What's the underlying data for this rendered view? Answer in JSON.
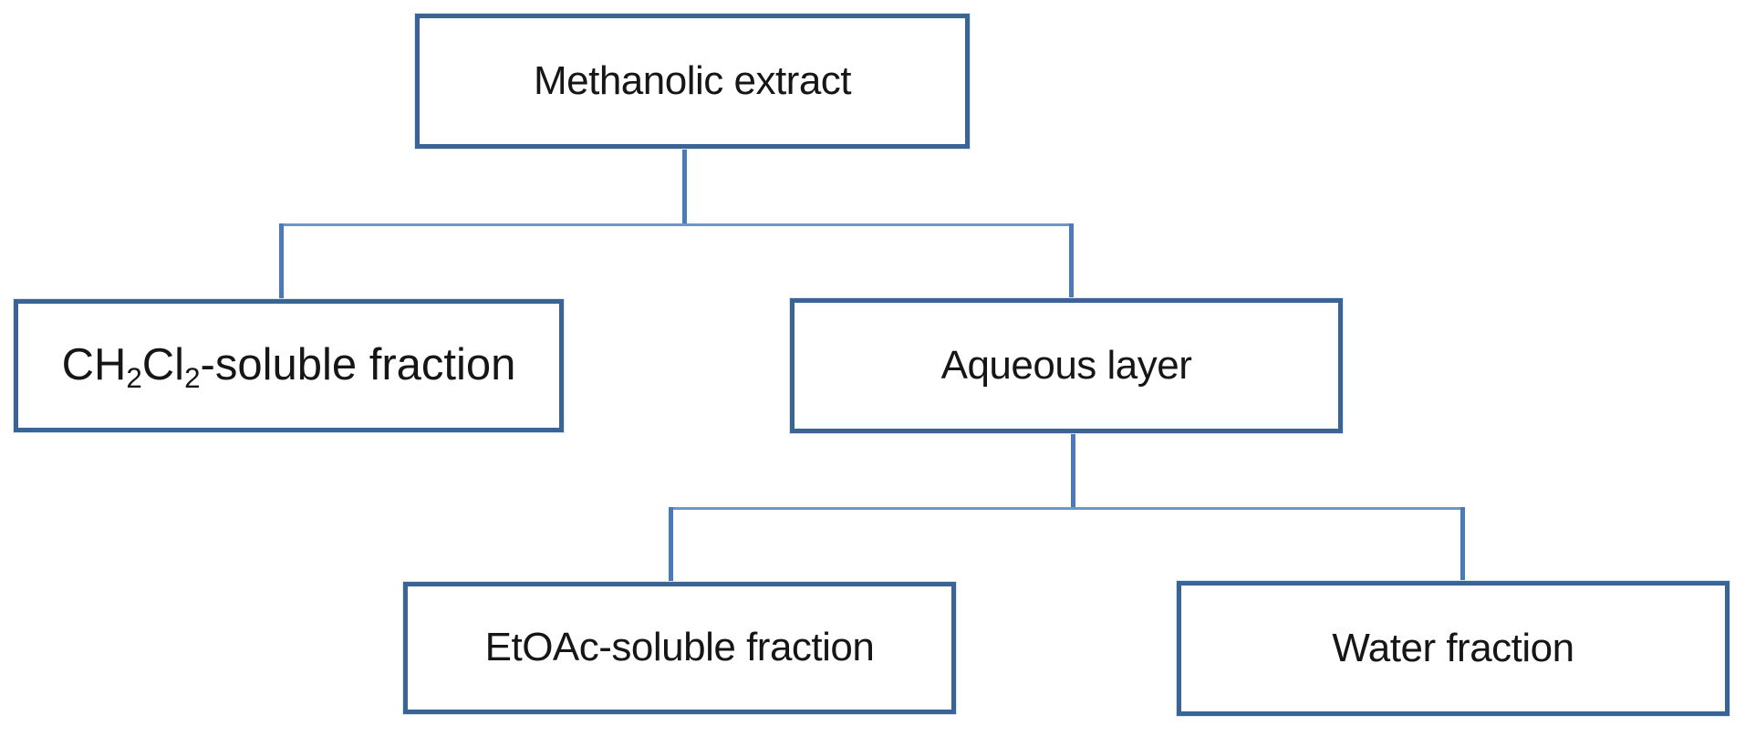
{
  "diagram": {
    "type": "flowchart-tree",
    "background_color": "#ffffff",
    "colors": {
      "box_border": "#3a6496",
      "box_fill": "#ffffff",
      "connector_vertical": "#4a7bb8",
      "connector_horizontal": "#6f97c6",
      "text": "#161616"
    },
    "nodes": {
      "methanolic": {
        "id": "methanolic-extract",
        "label": "Methanolic extract"
      },
      "ch2cl2": {
        "id": "ch2cl2-soluble-fraction",
        "label": "CH₂Cl₂-soluble fraction",
        "label_parts": [
          {
            "t": "CH"
          },
          {
            "t": "2",
            "sub": true
          },
          {
            "t": "Cl"
          },
          {
            "t": "2",
            "sub": true
          },
          {
            "t": "-soluble fraction"
          }
        ]
      },
      "aqueous": {
        "id": "aqueous-layer",
        "label": "Aqueous layer"
      },
      "etoac": {
        "id": "etoac-soluble-fraction",
        "label": "EtOAc-soluble fraction"
      },
      "water": {
        "id": "water-fraction",
        "label": "Water fraction"
      }
    },
    "edges": [
      {
        "from": "methanolic-extract",
        "to": "ch2cl2-soluble-fraction"
      },
      {
        "from": "methanolic-extract",
        "to": "aqueous-layer"
      },
      {
        "from": "aqueous-layer",
        "to": "etoac-soluble-fraction"
      },
      {
        "from": "aqueous-layer",
        "to": "water-fraction"
      }
    ]
  }
}
